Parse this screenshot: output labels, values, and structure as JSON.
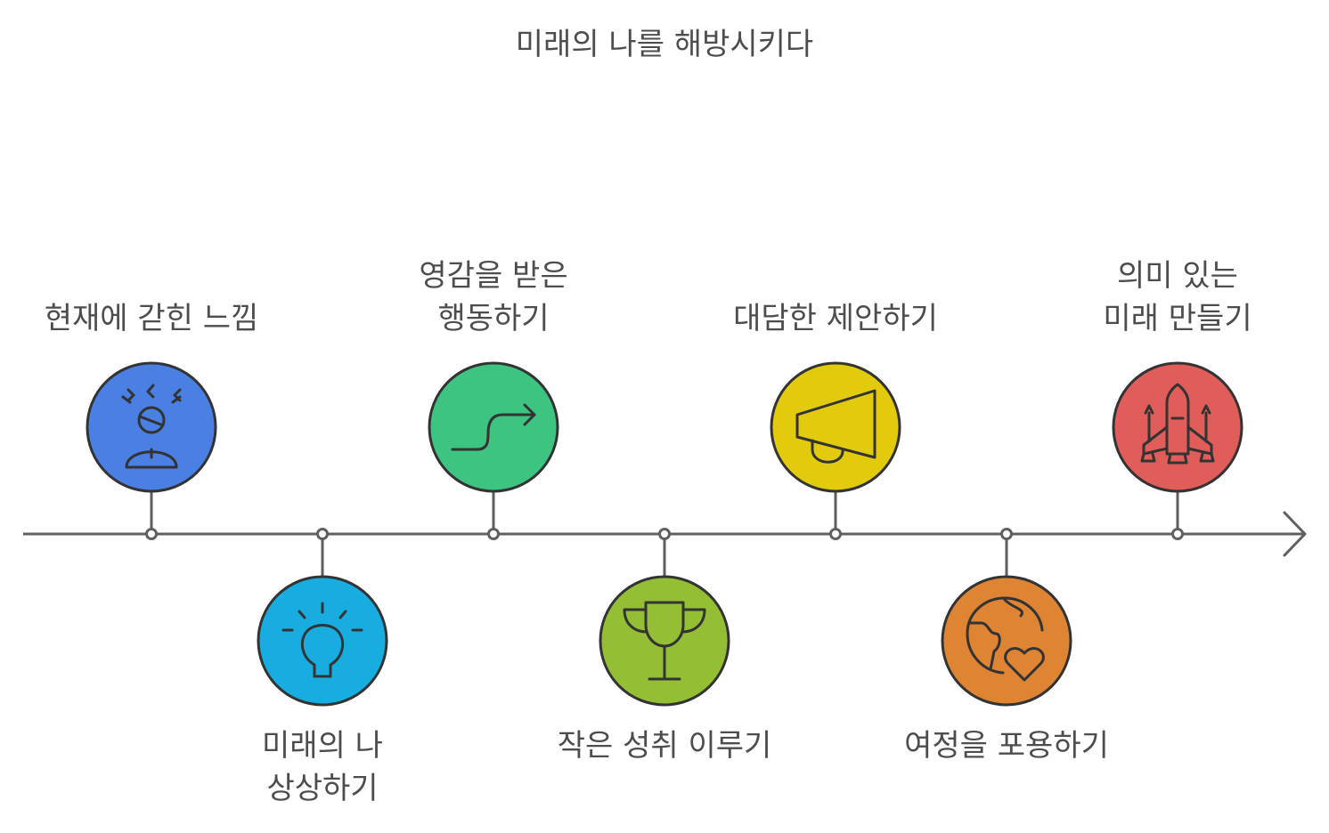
{
  "title": "미래의 나를 해방시키다",
  "colors": {
    "line": "#5f5f5f",
    "icon_stroke": "#333333"
  },
  "steps": [
    {
      "lines": [
        "현재에 갇힌 느낌"
      ],
      "color": "#4a80e4",
      "icon": "stressed-person-icon"
    },
    {
      "lines": [
        "미래의 나",
        "상상하기"
      ],
      "color": "#17ade0",
      "icon": "lightbulb-icon"
    },
    {
      "lines": [
        "영감을 받은",
        "행동하기"
      ],
      "color": "#3cc480",
      "icon": "path-arrow-icon"
    },
    {
      "lines": [
        "작은 성취 이루기"
      ],
      "color": "#94bf35",
      "icon": "trophy-icon"
    },
    {
      "lines": [
        "대담한 제안하기"
      ],
      "color": "#e2cb0c",
      "icon": "megaphone-icon"
    },
    {
      "lines": [
        "여정을 포용하기"
      ],
      "color": "#de8432",
      "icon": "globe-heart-icon"
    },
    {
      "lines": [
        "의미 있는",
        "미래 만들기"
      ],
      "color": "#e05d5a",
      "icon": "rocket-icon"
    }
  ]
}
